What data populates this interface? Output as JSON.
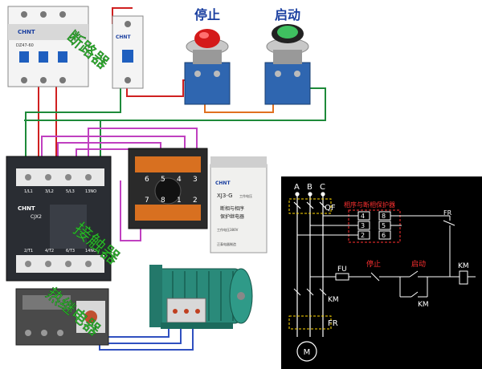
{
  "buttons": {
    "stop_label": "停止",
    "start_label": "启动"
  },
  "breaker": {
    "brand": "CHNT",
    "model": "DZ47-60"
  },
  "small_breaker": {
    "brand": "CHNT"
  },
  "contactor": {
    "brand": "CHNT",
    "model": "CJX2",
    "top_terminals": [
      "1/L1",
      "3/L2",
      "5/L3",
      "13NO"
    ],
    "bottom_terminals": [
      "2/T1",
      "4/T2",
      "6/T3",
      "14NO"
    ]
  },
  "relay_base": {
    "top_numbers": [
      "6",
      "5",
      "4",
      "3"
    ],
    "bottom_numbers": [
      "7",
      "8",
      "1",
      "2"
    ]
  },
  "phase_relay": {
    "brand": "CHNT",
    "model": "XJ3-G",
    "subtitle": "工作电压",
    "name_line1": "断相与相序",
    "name_line2": "保护继电器",
    "voltage": "工作电压380V",
    "maker": "正泰电器制造"
  },
  "overlay_text": {
    "breaker_text": "断路器",
    "contactor_text": "接触器",
    "thermal_text": "热继电器"
  },
  "schematic": {
    "phases": [
      "A",
      "B",
      "C"
    ],
    "breaker_label": "QF",
    "relay_title": "相序与断相保护器",
    "relay_pins_left": [
      "4",
      "3",
      "2"
    ],
    "relay_pins_right": [
      "8",
      "5",
      "6"
    ],
    "fr_contact_label": "FR",
    "fuse_label": "FU",
    "stop_label": "停止",
    "start_label": "启动",
    "coil_label": "KM",
    "holding_label": "KM",
    "main_contacts_label": "KM",
    "thermal_label": "FR",
    "motor_label": "M"
  },
  "colors": {
    "schematic_bg": "#000000",
    "schematic_line": "#ffffff",
    "schematic_text_red": "#ff3030",
    "schematic_text_yellow": "#ffd800",
    "wire_green": "#1e8a3a",
    "wire_magenta": "#c040c0",
    "wire_red": "#d02020",
    "wire_blue": "#3050c0",
    "motor_teal": "#2a8a7a",
    "label_blue": "#1a3fa0",
    "label_red": "#d01818"
  }
}
